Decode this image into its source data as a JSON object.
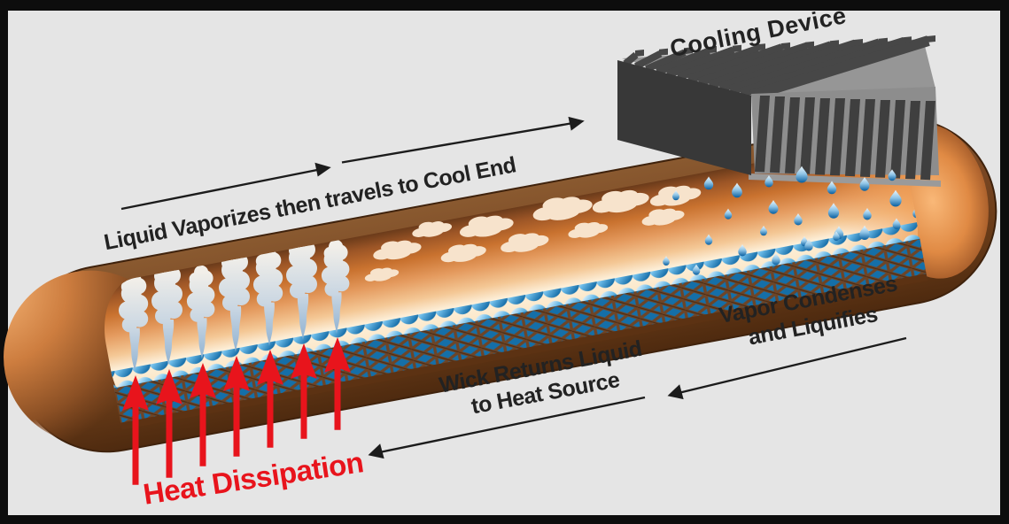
{
  "diagram": {
    "labels": {
      "cooling_device": "Cooling Device",
      "liquid_vaporizes": "Liquid Vaporizes then travels to Cool End",
      "vapor_condenses_line1": "Vapor Condenses",
      "vapor_condenses_line2": "and Liquifies",
      "wick_returns_line1": "Wick Returns Liquid",
      "wick_returns_line2": "to Heat Source",
      "heat_dissipation": "Heat Dissipation"
    },
    "colors": {
      "frame": "#0d0d0d",
      "background": "#e5e5e5",
      "label_text": "#222222",
      "heat_red": "#e8141c",
      "pipe_copper_dark": "#6f3f1e",
      "pipe_copper_light": "#f5a566",
      "pipe_inner_cream": "#fdf0da",
      "wick_brown": "#6e4527",
      "water_blue": "#1172ae",
      "heatsink_dark": "#3c3c3c",
      "heatsink_light": "#969696"
    }
  }
}
